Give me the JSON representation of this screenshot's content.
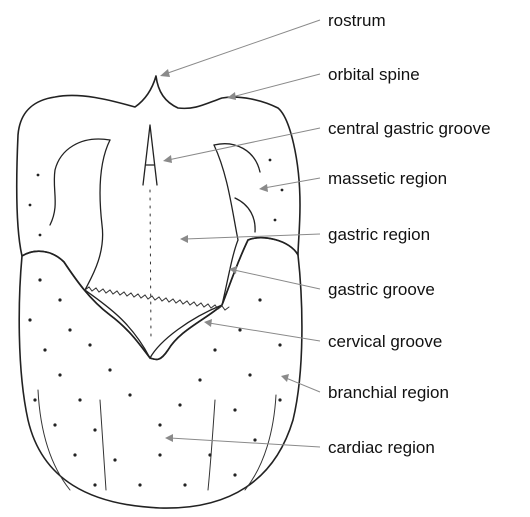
{
  "labels": {
    "rostrum": "rostrum",
    "orbital_spine": "orbital spine",
    "central_gastric_groove": "central gastric groove",
    "massetic_region": "massetic region",
    "gastric_region": "gastric region",
    "gastric_groove": "gastric groove",
    "cervical_groove": "cervical groove",
    "branchial_region": "branchial region",
    "cardiac_region": "cardiac region"
  },
  "colors": {
    "outline": "#222222",
    "leader": "#8a8a8a",
    "text": "#111111"
  }
}
